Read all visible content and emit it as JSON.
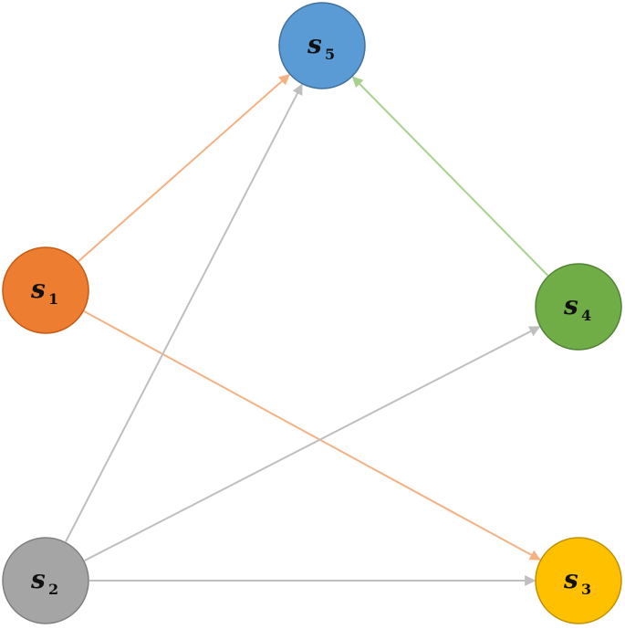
{
  "nodes": [
    {
      "id": "s1",
      "letter": "s",
      "sub": "1",
      "color": "#ED7D31",
      "stroke": "#C55A11"
    },
    {
      "id": "s2",
      "letter": "s",
      "sub": "2",
      "color": "#A5A5A5",
      "stroke": "#7F7F7F"
    },
    {
      "id": "s3",
      "letter": "s",
      "sub": "3",
      "color": "#FFC000",
      "stroke": "#BF9000"
    },
    {
      "id": "s4",
      "letter": "s",
      "sub": "4",
      "color": "#70AD47",
      "stroke": "#548235"
    },
    {
      "id": "s5",
      "letter": "s",
      "sub": "5",
      "color": "#5B9BD5",
      "stroke": "#41719C"
    }
  ],
  "edges": [
    {
      "from": "s1",
      "to": "s5",
      "color": "#F4B183"
    },
    {
      "from": "s1",
      "to": "s3",
      "color": "#F4B183"
    },
    {
      "from": "s2",
      "to": "s5",
      "color": "#BFBFBF"
    },
    {
      "from": "s2",
      "to": "s4",
      "color": "#BFBFBF"
    },
    {
      "from": "s2",
      "to": "s3",
      "color": "#BFBFBF"
    },
    {
      "from": "s4",
      "to": "s5",
      "color": "#A9D18E"
    }
  ]
}
